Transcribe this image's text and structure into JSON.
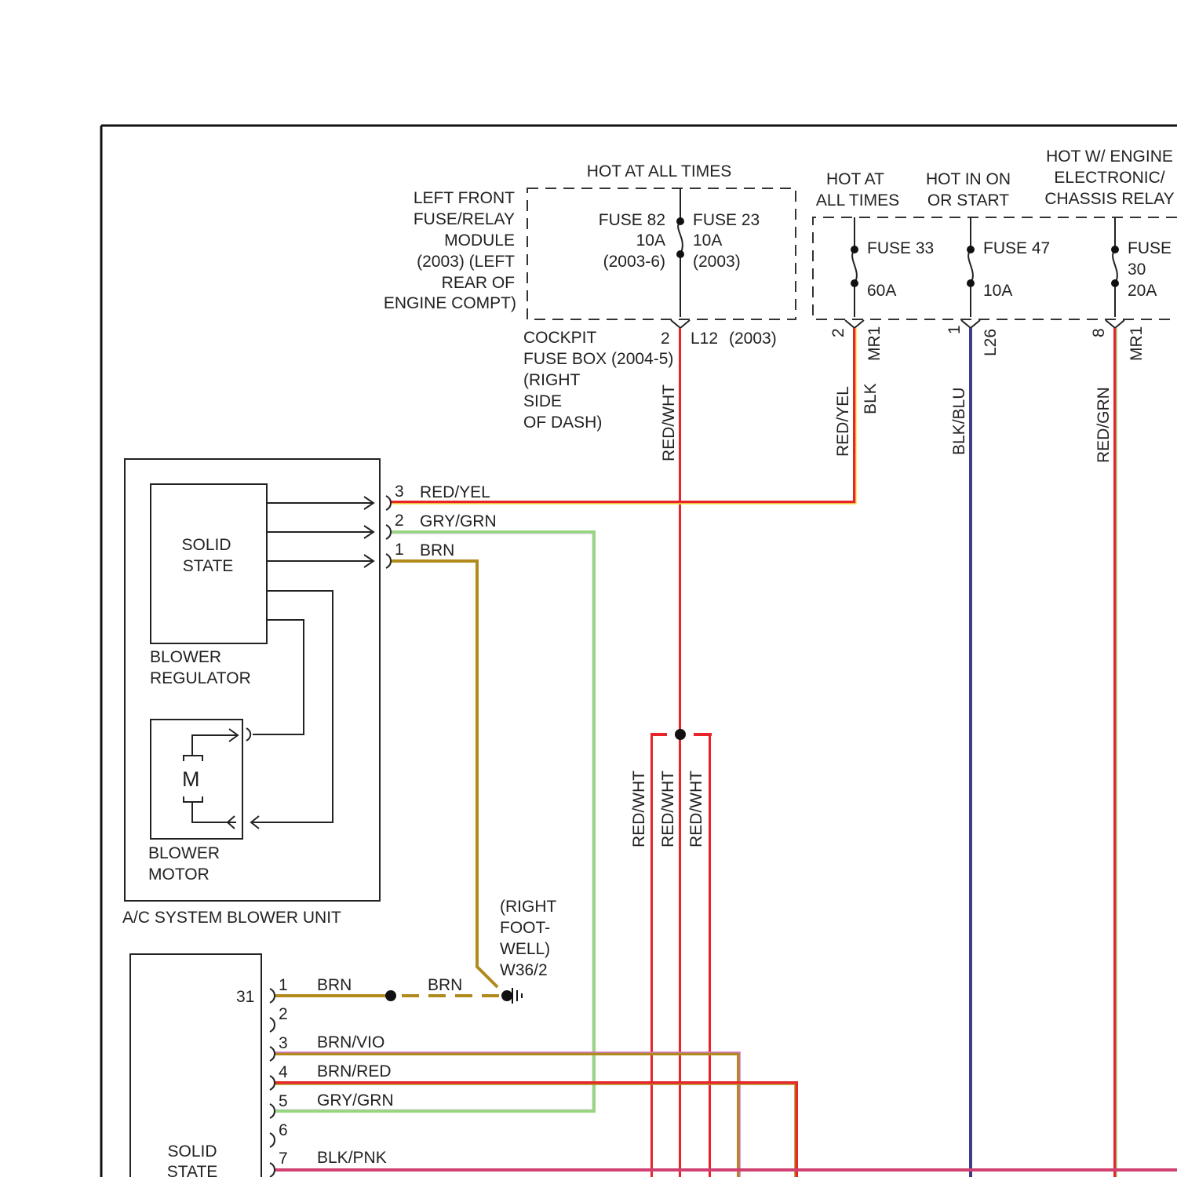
{
  "labels": {
    "hot_all_times_main": "HOT AT ALL TIMES",
    "left_front_module": [
      "LEFT FRONT",
      "FUSE/RELAY",
      "MODULE",
      "(2003) (LEFT",
      "REAR OF",
      "ENGINE COMPT)"
    ],
    "fuse82": [
      "FUSE 82",
      "10A",
      "(2003-6)"
    ],
    "fuse23": [
      "FUSE 23",
      "10A",
      "(2003)"
    ],
    "hot_all_times_2": [
      "HOT AT",
      "ALL TIMES"
    ],
    "hot_in_on": [
      "HOT IN ON",
      "OR START"
    ],
    "hot_engine": [
      "HOT W/ ENGINE",
      "ELECTRONIC/",
      "CHASSIS RELAY"
    ],
    "fuse33": [
      "FUSE 33",
      "60A"
    ],
    "fuse47": [
      "FUSE 47",
      "10A"
    ],
    "fuse30": [
      "FUSE",
      "30",
      "20A"
    ],
    "cockpit_fuse_box": [
      "COCKPIT",
      "FUSE BOX (2004-5)",
      "(RIGHT",
      "SIDE",
      "OF DASH)"
    ],
    "l12_pin": "2",
    "l12_conn": "L12",
    "l12_year": "(2003)",
    "mr1_pin": "2",
    "mr1_conn": "MR1",
    "l26_pin": "1",
    "l26_conn": "L26",
    "mr1b_pin": "8",
    "mr1b_conn": "MR1",
    "solid_state_1": [
      "SOLID",
      "STATE"
    ],
    "blower_regulator": [
      "BLOWER",
      "REGULATOR"
    ],
    "motor_symbol": "M",
    "blower_motor": [
      "BLOWER",
      "MOTOR"
    ],
    "ac_blower_unit": "A/C SYSTEM BLOWER UNIT",
    "ground_location": [
      "(RIGHT",
      "FOOT-",
      "WELL)",
      "W36/2"
    ],
    "connector31": "31",
    "solid_state_2": [
      "SOLID",
      "STATE"
    ]
  },
  "wires": {
    "red_wht": "RED/WHT",
    "red_yel_vert": "RED/YEL",
    "blk": "BLK",
    "blk_blu": "BLK/BLU",
    "red_grn": "RED/GRN",
    "split_1": "RED/WHT",
    "split_2": "RED/WHT",
    "split_3": "RED/WHT"
  },
  "blower_pins": [
    {
      "pin": "3",
      "wire": "RED/YEL"
    },
    {
      "pin": "2",
      "wire": "GRY/GRN"
    },
    {
      "pin": "1",
      "wire": "BRN"
    }
  ],
  "module_pins": [
    {
      "pin": "1",
      "wire": "BRN"
    },
    {
      "pin": "2",
      "wire": ""
    },
    {
      "pin": "3",
      "wire": "BRN/VIO"
    },
    {
      "pin": "4",
      "wire": "BRN/RED"
    },
    {
      "pin": "5",
      "wire": "GRY/GRN"
    },
    {
      "pin": "6",
      "wire": ""
    },
    {
      "pin": "7",
      "wire": "BLK/PNK"
    }
  ],
  "ground_wire_label": "BRN",
  "colors": {
    "red": "#e8242a",
    "yellow": "#f2e84a",
    "white": "#ffffff",
    "green": "#96d67e",
    "brown": "#b08b1c",
    "blue": "#3d3c8c",
    "violet": "#d070c8",
    "pink": "#f08ab0",
    "black": "#111111",
    "dashed": "#333333"
  }
}
